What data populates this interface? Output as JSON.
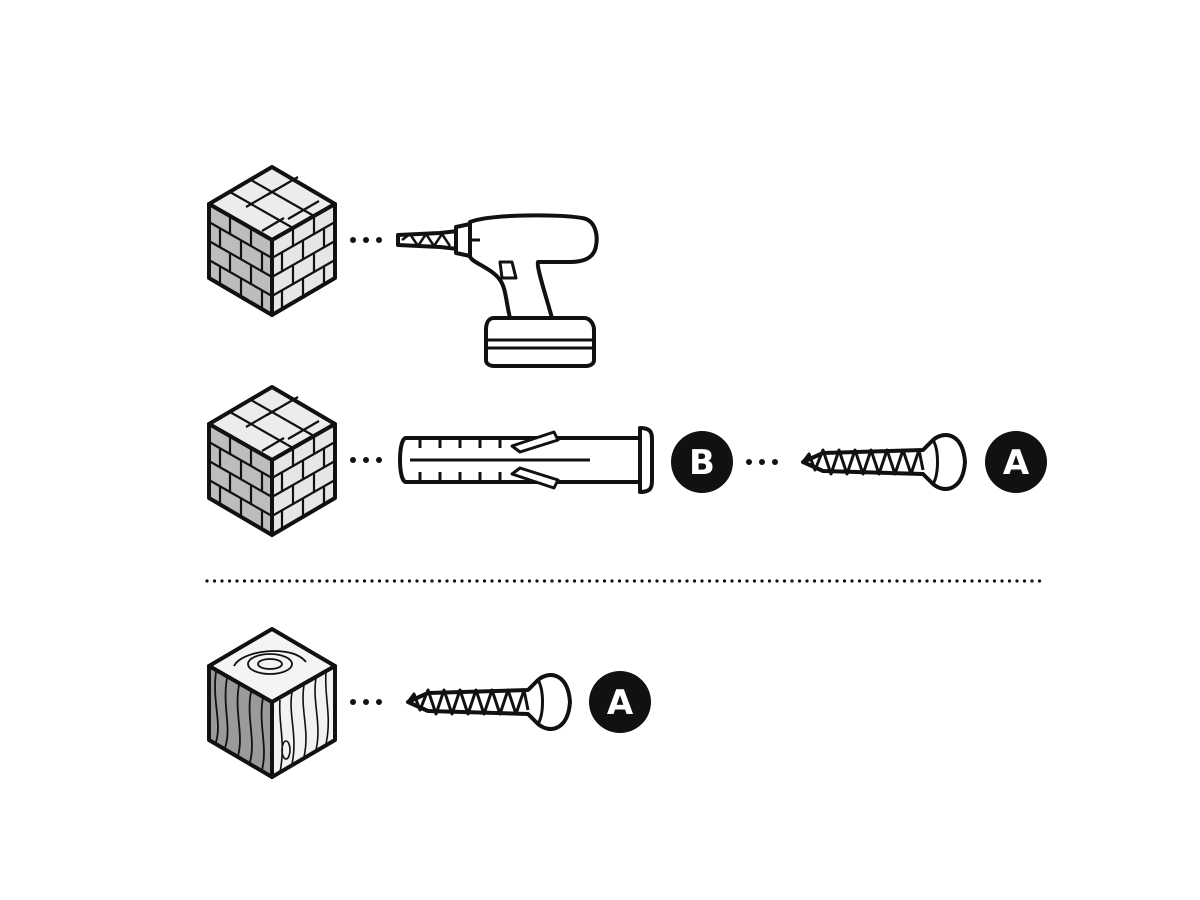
{
  "colors": {
    "ink": "#111111",
    "paper": "#ffffff",
    "brick_light": "#ececec",
    "brick_mid": "#d6d6d6",
    "brick_dark": "#bdbdbd",
    "wood_dark": "#9a9a9a"
  },
  "icons": {
    "masonry_block": "masonry-brick-cube-icon",
    "wood_block": "wood-cube-icon",
    "drill": "cordless-drill-icon",
    "plug": "wall-plug-anchor-icon",
    "screw": "countersunk-screw-icon"
  },
  "rows": [
    {
      "id": "brick-drill",
      "material": "brick",
      "items": [
        "drill"
      ]
    },
    {
      "id": "brick-plug-screw",
      "material": "brick",
      "items": [
        "plug",
        "badge_b",
        "screw",
        "badge_a"
      ]
    },
    {
      "id": "wood-screw",
      "material": "wood",
      "items": [
        "screw",
        "badge_a"
      ]
    }
  ],
  "badges": {
    "b": "B",
    "a1": "A",
    "a2": "A"
  }
}
